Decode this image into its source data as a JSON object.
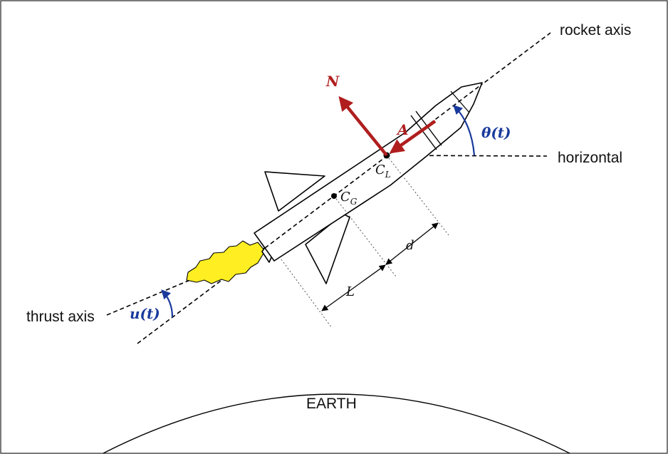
{
  "labels": {
    "rocket_axis": "rocket axis",
    "horizontal": "horizontal",
    "thrust_axis": "thrust axis",
    "earth": "EARTH",
    "normal_force": "N",
    "axial_force": "A",
    "theta": "θ(t)",
    "u": "u(t)",
    "c_l": "C",
    "c_l_sub": "L",
    "c_g": "C",
    "c_g_sub": "G",
    "length_L": "L",
    "length_d": "d"
  },
  "colors": {
    "force_arrows": "#b01e1e",
    "angle_arcs": "#1a3a9c",
    "flame_fill": "#ffee22",
    "outline": "#000000"
  }
}
